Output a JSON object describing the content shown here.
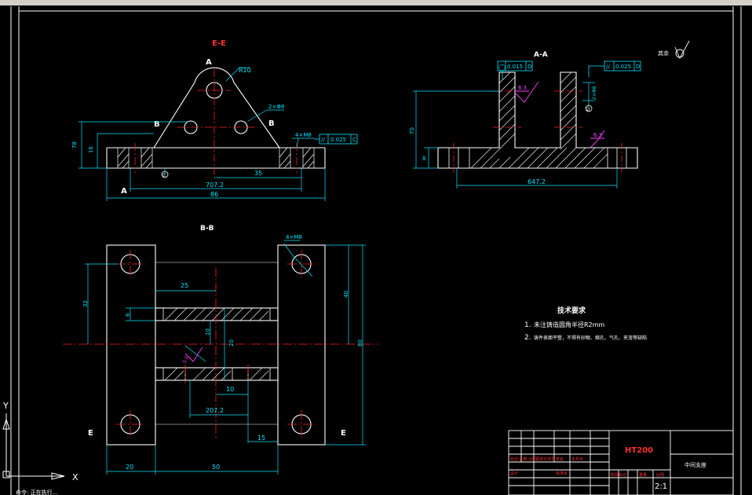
{
  "colors": {
    "background": "#000000",
    "outline": "#ffffff",
    "dimension": "#00e5ff",
    "center_line": "#ff2020",
    "hatch": "#ffffff",
    "title": "#ff3030",
    "tolerance": "#00e5ff",
    "roughness": "#ff40ff",
    "balloon_yellow": "#ffff00"
  },
  "views": {
    "ee": {
      "title": "E-E",
      "cut_a_top": "A",
      "cut_a_bottom": "A",
      "cut_b_left": "B",
      "cut_b_right": "B",
      "hole_top": "R10",
      "holes_mid": "2×Φ8",
      "holes_flange": "4×M8",
      "dim_height_outer": "78",
      "dim_height_inner": "16",
      "dim_35": "35",
      "dim_707": "707.2",
      "dim_86": "86",
      "datum_c": "C",
      "tol_symbol": "//",
      "tol_value": "0.025",
      "tol_datum": "C"
    },
    "aa": {
      "title": "A-A",
      "roughness_note": "其余",
      "flat_symbol": "◯",
      "flat_value": "0.015",
      "flat_datum": "D",
      "par_symbol": "//",
      "par_value": "0.025",
      "par_datum": "D",
      "rough_1": "6.3",
      "rough_2": "6.3",
      "dim_hole": "2×Φ8",
      "dim_70": "70",
      "dim_8": "8",
      "dim_647": "647.2",
      "datum_d": "D"
    },
    "bb": {
      "title": "B-B",
      "holes": "4×M8",
      "dim_25": "25",
      "dim_32": "32",
      "dim_6": "6",
      "dim_10a": "10",
      "dim_20": "20",
      "dim_10b": "10",
      "dim_2072": "207.2",
      "dim_15": "15",
      "dim_40": "40",
      "dim_80": "80",
      "rough": "3.2",
      "dim_20_bottom": "20",
      "dim_50": "50",
      "cut_e_left": "E",
      "cut_e_right": "E"
    }
  },
  "technical_requirements": {
    "heading": "技术要求",
    "item1_prefix": "1.",
    "item1_text": "未注铸造圆角半径R2mm",
    "item2_prefix": "2.",
    "item2_text": "铸件表面平整，不得有砂眼、缩孔、气孔、夹渣",
    "item2_suffix": "等缺陷"
  },
  "title_block": {
    "material": "HT200",
    "part_name": "中间支座",
    "scale": "2:1",
    "row_labels": [
      "标记 处数 分区",
      "更改文件号",
      "签名",
      "年月日"
    ],
    "row2_labels": [
      "设计",
      "标准化"
    ],
    "stage_labels": [
      "阶段标记",
      "重量",
      "比例"
    ]
  },
  "ucs": {
    "x_label": "X",
    "y_label": "Y"
  },
  "command_line": "命令: 正在执行..."
}
